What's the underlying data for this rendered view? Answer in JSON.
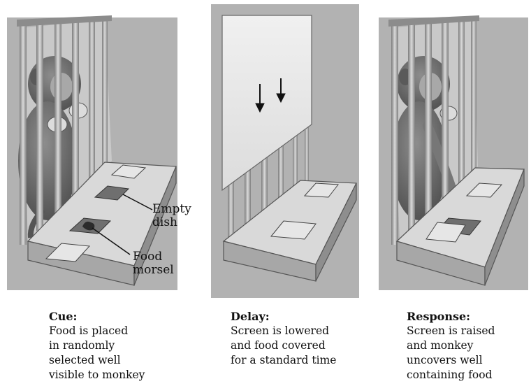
{
  "panels": [
    {
      "title": "Cue:",
      "body": "Food is placed\nin randomly\nselected well\nvisible to monkey",
      "callouts": {
        "empty_dish": "Empty\ndish",
        "food_morsel": "Food\nmorsel"
      }
    },
    {
      "title": "Delay:",
      "body": "Screen is lowered\nand food covered\nfor a standard time"
    },
    {
      "title": "Response:",
      "body": "Screen is raised\nand monkey\nuncovers well\ncontaining food"
    }
  ],
  "colors": {
    "panel_bg": "#b2b2b2",
    "cage_wall": "#c4c4c4",
    "ledge_top": "#d9d9d9",
    "ledge_front": "#a7a7a7",
    "bar": "#9a9a9a",
    "monkey": "#6f6f6f",
    "screen": "#e7e7e7"
  }
}
